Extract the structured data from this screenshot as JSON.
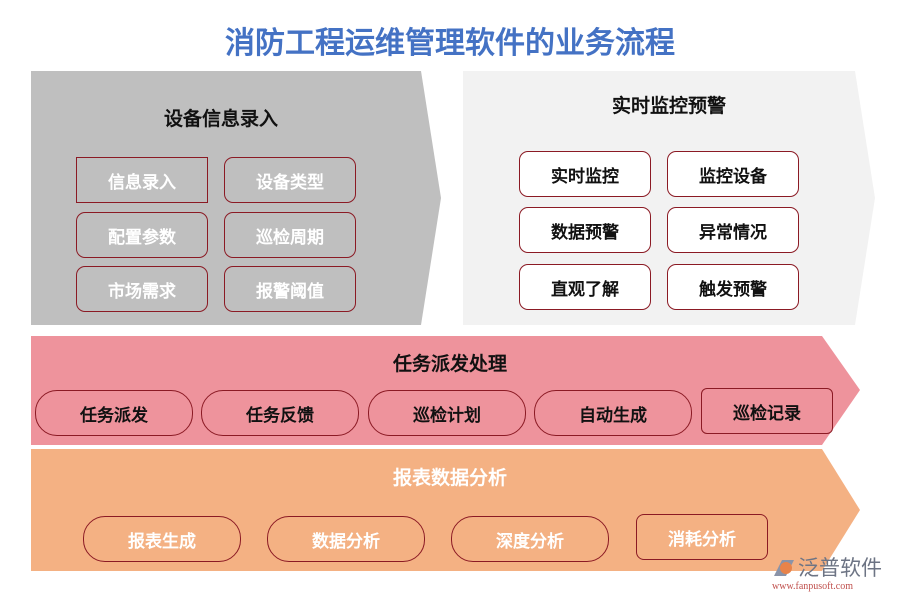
{
  "title": "消防工程运维管理软件的业务流程",
  "colors": {
    "title": "#4472c4",
    "left_panel": "#bfbfbf",
    "right_panel": "#f2f2f2",
    "pink_band": "#ee939c",
    "orange_band": "#f4b183",
    "box_border": "#8b1a24"
  },
  "left": {
    "title": "设备信息录入",
    "items": [
      "信息录入",
      "设备类型",
      "配置参数",
      "巡检周期",
      "市场需求",
      "报警阈值"
    ]
  },
  "right": {
    "title": "实时监控预警",
    "items": [
      "实时监控",
      "监控设备",
      "数据预警",
      "异常情况",
      "直观了解",
      "触发预警"
    ]
  },
  "pink": {
    "title": "任务派发处理",
    "items": [
      "任务派发",
      "任务反馈",
      "巡检计划",
      "自动生成",
      "巡检记录"
    ]
  },
  "orange": {
    "title": "报表数据分析",
    "items": [
      "报表生成",
      "数据分析",
      "深度分析",
      "消耗分析"
    ]
  },
  "logo": {
    "name": "泛普软件",
    "url": "www.fanpusoft.com"
  }
}
